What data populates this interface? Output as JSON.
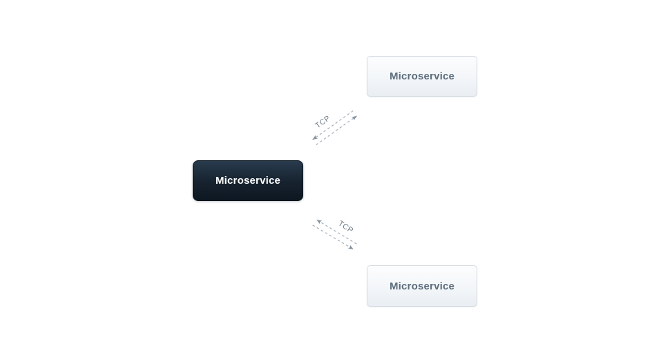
{
  "diagram": {
    "nodes": [
      {
        "id": "microservice-left",
        "label": "Microservice",
        "variant": "dark"
      },
      {
        "id": "microservice-top-right",
        "label": "Microservice",
        "variant": "light"
      },
      {
        "id": "microservice-bottom-right",
        "label": "Microservice",
        "variant": "light"
      }
    ],
    "connectors": [
      {
        "from": "microservice-left",
        "to": "microservice-top-right",
        "label": "TCP",
        "style": "dashed-bidirectional"
      },
      {
        "from": "microservice-left",
        "to": "microservice-bottom-right",
        "label": "TCP",
        "style": "dashed-bidirectional"
      }
    ],
    "colors": {
      "background": "#ffffff",
      "dark_node_gradient_top": "#283b4d",
      "dark_node_gradient_bottom": "#0d1722",
      "dark_node_text": "#ffffff",
      "light_node_gradient_top": "#fcfdfe",
      "light_node_gradient_bottom": "#e9eef3",
      "light_node_border": "#d4dbe2",
      "light_node_text": "#5d6d7c",
      "connector_dash": "#a6b0ba",
      "arrowhead": "#8492a0",
      "connector_label_text": "#6e7a86"
    }
  }
}
